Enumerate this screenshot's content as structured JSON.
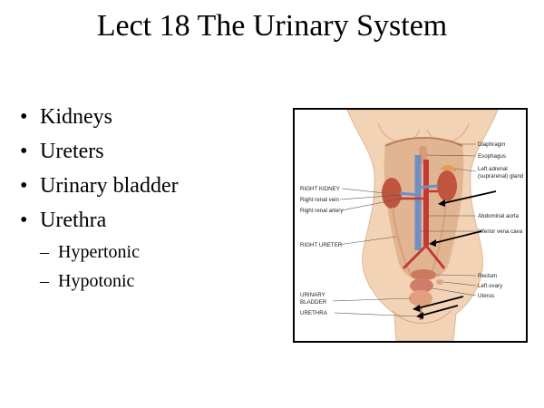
{
  "slide": {
    "title": "Lect 18 The Urinary System",
    "bullets": [
      {
        "text": "Kidneys"
      },
      {
        "text": "Ureters"
      },
      {
        "text": "Urinary bladder"
      },
      {
        "text": "Urethra"
      }
    ],
    "sub_bullets": [
      {
        "text": "Hypertonic"
      },
      {
        "text": "Hypotonic"
      }
    ]
  },
  "figure": {
    "left_labels": {
      "right_kidney": "RIGHT KIDNEY",
      "right_renal_vein": "Right renal vein",
      "right_renal_artery": "Right renal artery",
      "right_ureter": "RIGHT URETER",
      "urinary": "URINARY",
      "bladder": "BLADDER",
      "urethra": "URETHRA"
    },
    "right_labels": {
      "diaphragm": "Diaphragm",
      "esophagus": "Esophagus",
      "left_adrenal": "Left adrenal",
      "suprarenal_gland": "(suprarenal) gland",
      "abdominal_aorta": "Abdominal aorta",
      "inferior_vena_cava": "Inferior vena cava",
      "rectum": "Rectum",
      "left_ovary": "Left ovary",
      "uterus": "Uterus"
    },
    "colors": {
      "skin": "#f2d3b6",
      "skin_shadow": "#e2b592",
      "kidney": "#c0543f",
      "vein": "#6f8fc4",
      "artery": "#c23a35"
    }
  }
}
